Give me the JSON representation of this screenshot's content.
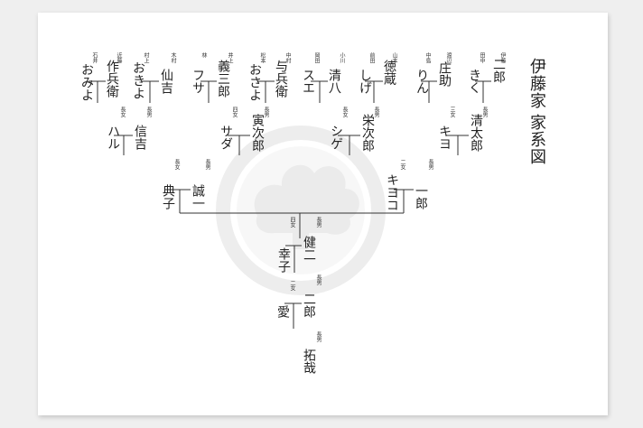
{
  "title": "伊藤家",
  "subtitle": "家系図",
  "top_row": [
    {
      "id": "n1",
      "surname": "伊藤",
      "name": "二郎"
    },
    {
      "id": "n2",
      "surname": "田中",
      "name": "きく"
    },
    {
      "id": "n3",
      "surname": "渡辺",
      "name": "庄助"
    },
    {
      "id": "n4",
      "surname": "中島",
      "name": "りん"
    },
    {
      "id": "n5",
      "surname": "山本",
      "name": "徳蔵"
    },
    {
      "id": "n6",
      "surname": "前田",
      "name": "しげ"
    },
    {
      "id": "n7",
      "surname": "小川",
      "name": "清八"
    },
    {
      "id": "n8",
      "surname": "岡田",
      "name": "スエ"
    },
    {
      "id": "n9",
      "surname": "中村",
      "name": "与兵衛"
    },
    {
      "id": "n10",
      "surname": "松本",
      "name": "おさよ"
    },
    {
      "id": "n11",
      "surname": "井上",
      "name": "義三郎"
    },
    {
      "id": "n12",
      "surname": "林",
      "name": "フサ"
    },
    {
      "id": "n13",
      "surname": "木村",
      "name": "仙吉"
    },
    {
      "id": "n14",
      "surname": "村上",
      "name": "おきよ"
    },
    {
      "id": "n15",
      "surname": "近藤",
      "name": "作兵衛"
    },
    {
      "id": "n16",
      "surname": "石井",
      "name": "おみよ"
    }
  ],
  "second_row": [
    {
      "id": "m1",
      "relation": "長男",
      "name": "清太郎"
    },
    {
      "id": "m2",
      "relation": "三女",
      "name": "キヨ"
    },
    {
      "id": "m3",
      "relation": "長男",
      "name": "栄次郎"
    },
    {
      "id": "m4",
      "relation": "長女",
      "name": "シゲ"
    },
    {
      "id": "m5",
      "relation": "長男",
      "name": "寅次郎"
    },
    {
      "id": "m6",
      "relation": "四女",
      "name": "サダ"
    },
    {
      "id": "m7",
      "relation": "長男",
      "name": "信吉"
    },
    {
      "id": "m8",
      "relation": "長女",
      "name": "ハル"
    }
  ],
  "third_row": [
    {
      "id": "p1",
      "relation": "長男",
      "name": "一郎"
    },
    {
      "id": "p2",
      "relation": "二女",
      "name": "キヨコ"
    },
    {
      "id": "p3",
      "relation": "長男",
      "name": "誠一"
    },
    {
      "id": "p4",
      "relation": "長女",
      "name": "典子"
    }
  ],
  "fourth_row": [
    {
      "id": "q1",
      "relation": "長男",
      "name": "健二"
    },
    {
      "id": "q2",
      "relation": "四女",
      "name": "幸子"
    }
  ],
  "fifth_row": [
    {
      "id": "r1",
      "relation": "長男",
      "name": "二郎"
    },
    {
      "id": "r2",
      "relation": "二女",
      "name": "愛"
    }
  ],
  "sixth_row": [
    {
      "id": "s1",
      "relation": "長男",
      "name": "拓哉"
    }
  ]
}
